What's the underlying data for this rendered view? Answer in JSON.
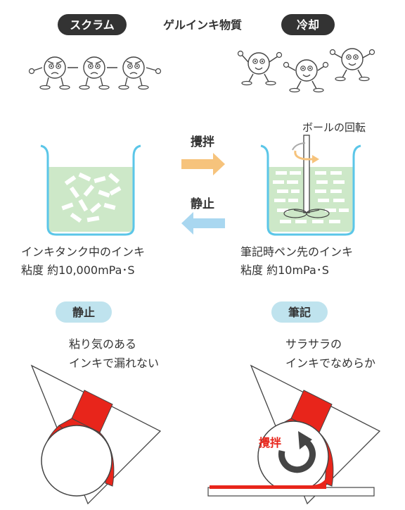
{
  "header": {
    "left_badge": "スクラム",
    "title": "ゲルインキ物質",
    "right_badge": "冷却"
  },
  "process": {
    "stir_label": "攪拌",
    "rest_label": "静止",
    "ball_rotation_label": "ボールの回転"
  },
  "tank_caption": {
    "line1": "インキタンク中のインキ",
    "line2": "粘度 約10,000mPa･S"
  },
  "pen_caption": {
    "line1": "筆記時ペン先のインキ",
    "line2": "粘度 約10mPa･S"
  },
  "rest_state": {
    "badge": "静止",
    "line1": "粘り気のある",
    "line2": "インキで漏れない"
  },
  "writing_state": {
    "badge": "筆記",
    "line1": "サラサラの",
    "line2": "インキでなめらか",
    "stir_label": "攪拌"
  },
  "colors": {
    "badge_dark": "#333333",
    "badge_light": "#bfe3ee",
    "arrow_orange": "#f6c37c",
    "arrow_blue": "#a9d7f0",
    "beaker_outline": "#5bc6e8",
    "gel_fill": "#cde8c8",
    "pen_red": "#e8251b",
    "stir_dark": "#454545"
  }
}
